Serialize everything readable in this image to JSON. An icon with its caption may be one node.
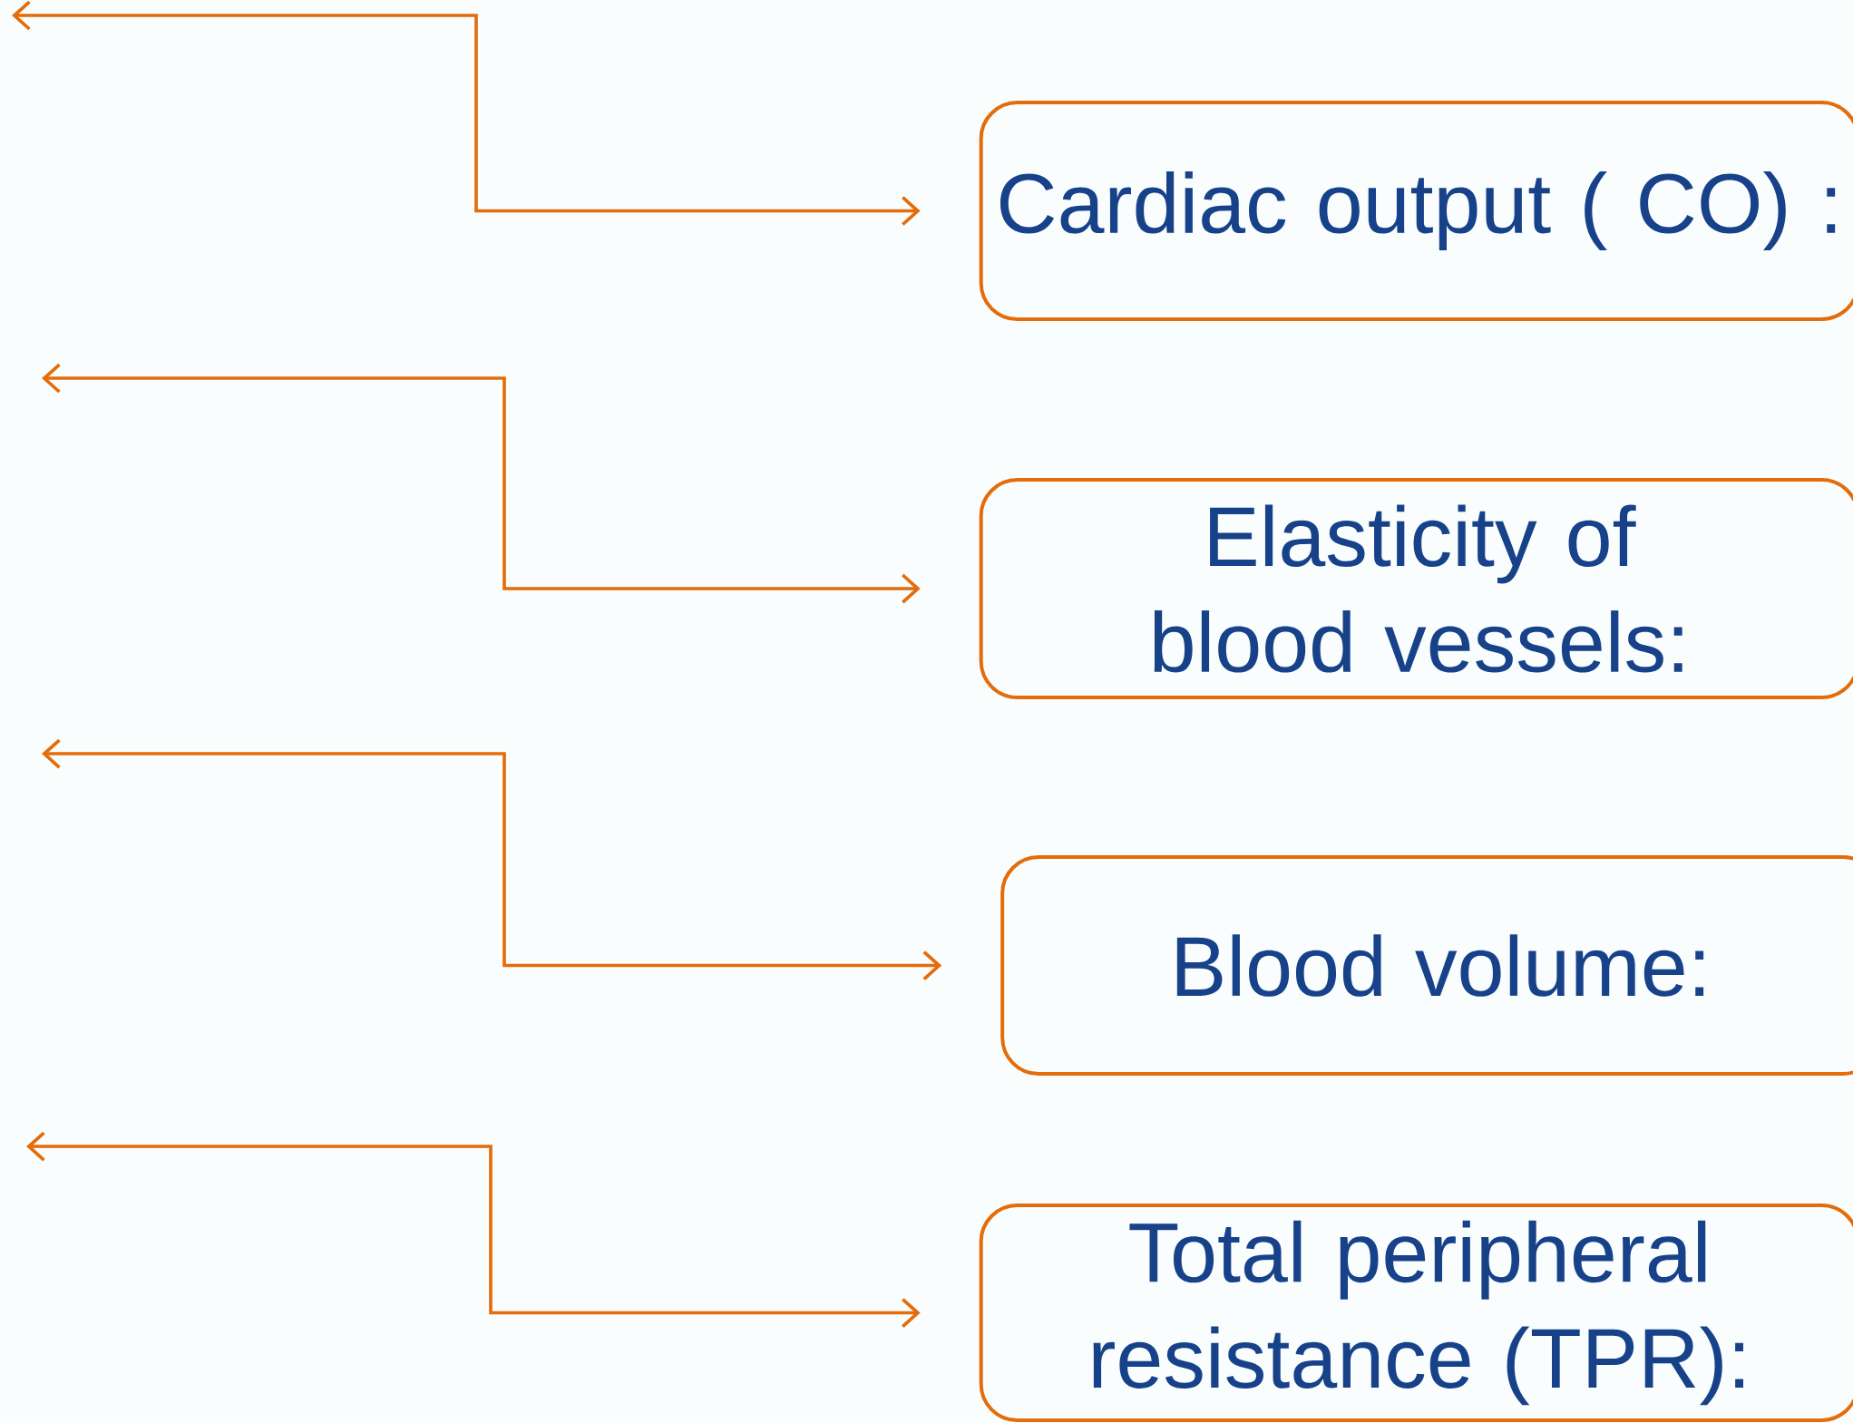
{
  "diagram": {
    "nodes": [
      {
        "text": [
          "Cardiac output ( CO) :"
        ]
      },
      {
        "text": [
          "Elasticity of blood vessels:"
        ]
      },
      {
        "text": [
          "Blood volume:"
        ]
      },
      {
        "text": [
          "Total peripheral resistance (TPR):"
        ]
      }
    ],
    "edges": [
      {
        "from": null,
        "to": 0,
        "arrow": "both"
      },
      {
        "from": null,
        "to": 1,
        "arrow": "both"
      },
      {
        "from": null,
        "to": 2,
        "arrow": "both"
      },
      {
        "from": null,
        "to": 3,
        "arrow": "both"
      }
    ]
  }
}
